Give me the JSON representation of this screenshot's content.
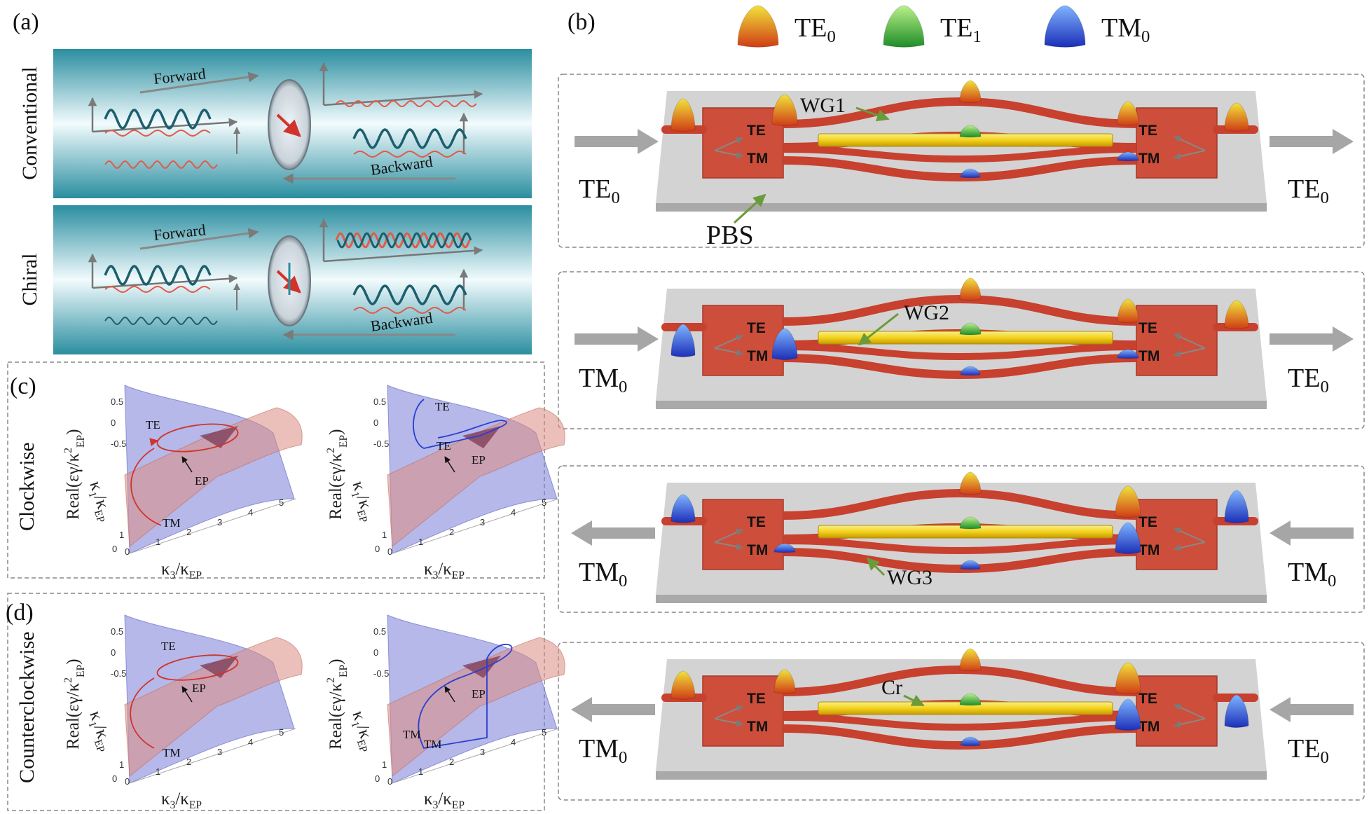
{
  "panel_labels": {
    "a": "(a)",
    "b": "(b)",
    "c": "(c)",
    "d": "(d)"
  },
  "legend": [
    {
      "label": "TE0",
      "base": "TE",
      "sub": "0",
      "color": "#d66a1f"
    },
    {
      "label": "TE1",
      "base": "TE",
      "sub": "1",
      "color": "#2fa33a"
    },
    {
      "label": "TM0",
      "base": "TM",
      "sub": "0",
      "color": "#2a49c8"
    }
  ],
  "panel_a": {
    "rows": [
      {
        "side_label": "Conventional",
        "forward": "Forward",
        "backward": "Backward"
      },
      {
        "side_label": "Chiral",
        "forward": "Forward",
        "backward": "Backward"
      }
    ]
  },
  "panel_b": {
    "port_labels": {
      "te": "TE",
      "tm": "TM"
    },
    "callouts": {
      "wg1": "WG1",
      "wg2": "WG2",
      "wg3": "WG3",
      "pbs": "PBS",
      "cr": "Cr"
    },
    "rows": [
      {
        "left_base": "TE",
        "left_sub": "0",
        "right_base": "TE",
        "right_sub": "0",
        "direction": "forward"
      },
      {
        "left_base": "TM",
        "left_sub": "0",
        "right_base": "TE",
        "right_sub": "0",
        "direction": "forward"
      },
      {
        "left_base": "TM",
        "left_sub": "0",
        "right_base": "TM",
        "right_sub": "0",
        "direction": "backward"
      },
      {
        "left_base": "TM",
        "left_sub": "0",
        "right_base": "TE",
        "right_sub": "0",
        "direction": "backward"
      }
    ]
  },
  "panel_c": {
    "side_label": "Clockwise"
  },
  "panel_d": {
    "side_label": "Counterclockwise"
  },
  "plot_axes": {
    "zlabel_a": "Real(εγ/κ",
    "zlabel_sup": "2",
    "zlabel_sub": "EP",
    "zlabel_close": ")",
    "ylabel_main": "κ",
    "ylabel_sub1": "1",
    "ylabel_rest": "/κ",
    "ylabel_sub2": "EP",
    "xlabel_main": "κ",
    "xlabel_sub1": "3",
    "xlabel_rest": "/κ",
    "xlabel_sub2": "EP",
    "zticks": [
      "0.5",
      "0",
      "-0.5"
    ],
    "xticks": [
      "0",
      "1",
      "2",
      "3",
      "4",
      "5"
    ],
    "yticks": [
      "0",
      "1"
    ],
    "annotations": {
      "te": "TE",
      "tm": "TM",
      "ep": "EP"
    }
  }
}
